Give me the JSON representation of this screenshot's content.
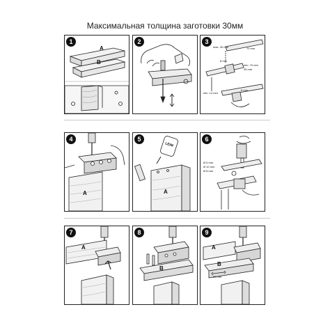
{
  "title": "Максимальная толщина заготовки 30мм",
  "panels": [
    {
      "number": "1",
      "labels": [
        "A",
        "B"
      ]
    },
    {
      "number": "2",
      "labels": []
    },
    {
      "number": "3",
      "labels": [
        "max. 30 mm",
        "70 mm",
        "8 mm",
        "min. 70 mm",
        "35 mm",
        "min. 14 mm",
        "8 mm"
      ]
    },
    {
      "number": "4",
      "labels": [
        "A"
      ]
    },
    {
      "number": "5",
      "labels": [
        "A",
        "LEIM"
      ]
    },
    {
      "number": "6",
      "labels": [
        "Ø 6 mm",
        "Ø 10 mm",
        "Ø 8 mm"
      ]
    },
    {
      "number": "7",
      "labels": [
        "A"
      ]
    },
    {
      "number": "8",
      "labels": [
        "B"
      ]
    },
    {
      "number": "9",
      "labels": [
        "A",
        "B",
        "20 mm"
      ]
    }
  ]
}
